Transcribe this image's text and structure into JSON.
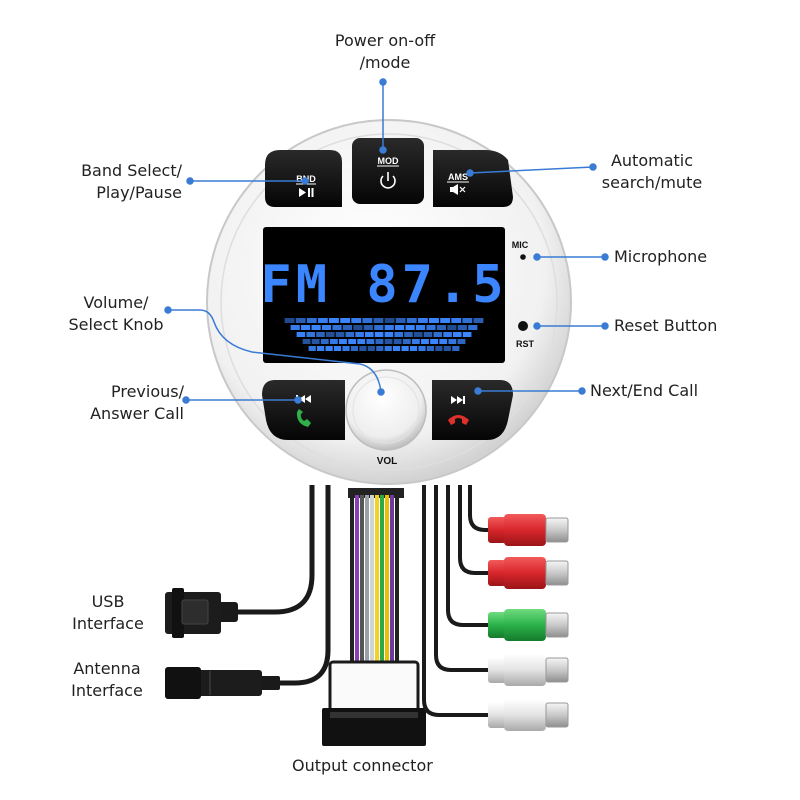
{
  "labels": {
    "power": [
      "Power on-off",
      "/mode"
    ],
    "band": [
      "Band Select/",
      "Play/Pause"
    ],
    "auto": [
      "Automatic",
      "search/mute"
    ],
    "mic": "Microphone",
    "volume": [
      "Volume/",
      "Select Knob"
    ],
    "reset": "Reset Button",
    "previous": [
      "Previous/",
      "Answer Call"
    ],
    "next": "Next/End Call",
    "usb": [
      "USB",
      "Interface"
    ],
    "antenna": [
      "Antenna",
      "Interface"
    ],
    "output": "Output connector"
  },
  "buttons": {
    "bnd": "BND",
    "mod": "MOD",
    "ams": "AMS",
    "mic_mark": "MIC",
    "rst_mark": "RST",
    "vol_mark": "VOL"
  },
  "display": {
    "text": "FM 87.5"
  },
  "colors": {
    "callout": "#3a7bd5",
    "display_text": "#3b86ff",
    "answer": "#2fb04a",
    "end": "#e0302a",
    "rca_red": "#d8262c",
    "rca_green": "#2bb24a",
    "rca_white": "#e6e6e6"
  },
  "icons": [
    "power-icon",
    "play-pause-icon",
    "mute-icon",
    "previous-track-icon",
    "next-track-icon",
    "phone-answer-icon",
    "phone-end-icon"
  ]
}
